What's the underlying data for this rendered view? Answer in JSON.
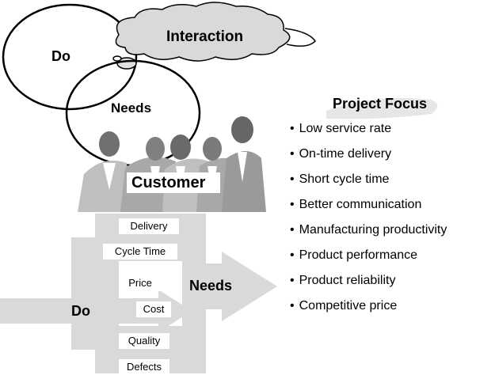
{
  "venn": {
    "do_label": "Do",
    "needs_label": "Needs",
    "cloud_label": "Interaction"
  },
  "people": {
    "customer_label": "Customer"
  },
  "flow": {
    "do_label": "Do",
    "needs_label": "Needs",
    "items": [
      "Delivery",
      "Cycle Time",
      "Price",
      "Cost",
      "Quality",
      "Defects"
    ]
  },
  "project_focus": {
    "title": "Project Focus",
    "items": [
      "Low service rate",
      "On-time delivery",
      "Short cycle time",
      "Better communication",
      "Manufacturing productivity",
      "Product performance",
      "Product reliability",
      "Competitive price"
    ]
  },
  "colors": {
    "arrow_fill": "#d9d9d9",
    "focus_highlight": "#e6e6e6",
    "people_fill": "#bfbfbf"
  }
}
